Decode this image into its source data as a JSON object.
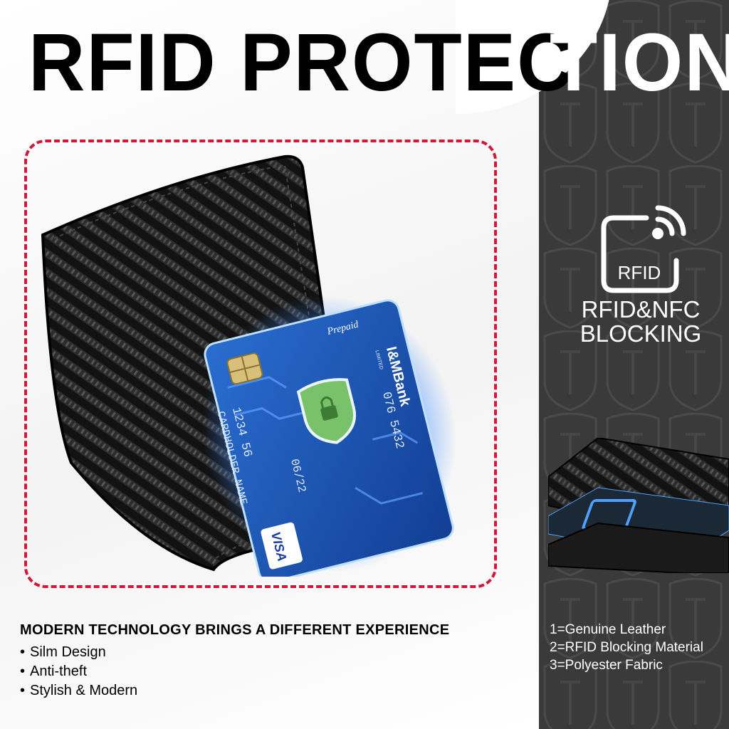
{
  "title": {
    "part1": "RFID PROTEC",
    "part2": "TION"
  },
  "badge": {
    "icon_label": "RFID",
    "line1": "RFID&NFC",
    "line2": "BLOCKING"
  },
  "card": {
    "type": "Prepaid",
    "number_part1": "1234 56",
    "number_part2": "076 5432",
    "expiry": "06/22",
    "holder": "CARDHOLDER NAME",
    "bank": "I&MBank",
    "bank_sub": "LIMITED",
    "network": "VISA"
  },
  "layers": [
    "1=Genuine Leather",
    "2=RFID Blocking Material",
    "3=Polyester Fabric"
  ],
  "features": {
    "heading": "MODERN TECHNOLOGY BRINGS A DIFFERENT EXPERIENCE",
    "items": [
      "Silm Design",
      "Anti-theft",
      "Stylish & Modern"
    ]
  },
  "colors": {
    "accent": "#d01838",
    "panel": "#3a3a3a",
    "card_blue": "#1a56b8",
    "glow": "#6fb2ff"
  },
  "icons": [
    "rfid-wave-icon",
    "shield-lock-icon",
    "chip-icon"
  ]
}
